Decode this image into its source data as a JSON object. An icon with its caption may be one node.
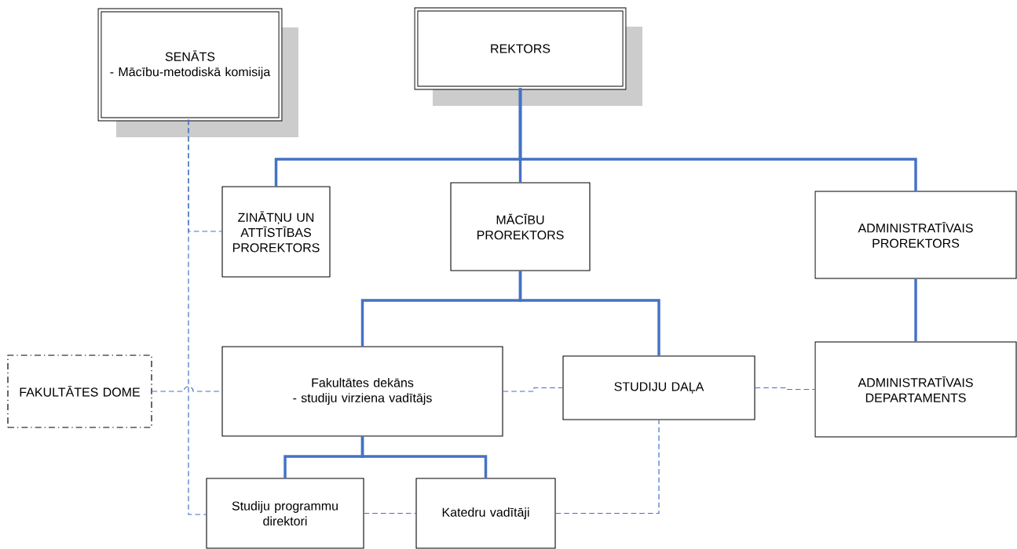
{
  "diagram": {
    "nodes": [
      {
        "text": [
          "SENĀTS",
          "- Mācību-metodiskā komisija"
        ]
      },
      {
        "text": [
          "REKTORS"
        ]
      },
      {
        "text": [
          "ZINĀTŅU UN ATTĪSTĪBAS PROREKTORS"
        ]
      },
      {
        "text": [
          "MĀCĪBU PROREKTORS"
        ]
      },
      {
        "text": [
          "ADMINISTRATĪVAIS PROREKTORS"
        ]
      },
      {
        "text": [
          "FAKULTĀTES DOME"
        ]
      },
      {
        "text": [
          "Fakultātes dekāns",
          "- studiju virziena vadītājs"
        ]
      },
      {
        "text": [
          "STUDIJU DAĻA"
        ]
      },
      {
        "text": [
          "ADMINISTRATĪVAIS DEPARTAMENTS"
        ]
      },
      {
        "text": [
          "Studiju programmu direktori"
        ]
      },
      {
        "text": [
          "Katedru vadītāji"
        ]
      }
    ],
    "edges": [
      {
        "from": 1,
        "to": 2,
        "arrow": "none"
      },
      {
        "from": 1,
        "to": 3,
        "arrow": "none"
      },
      {
        "from": 1,
        "to": 4,
        "arrow": "none"
      },
      {
        "from": 3,
        "to": 6,
        "arrow": "none"
      },
      {
        "from": 3,
        "to": 7,
        "arrow": "none"
      },
      {
        "from": 4,
        "to": 8,
        "arrow": "none"
      },
      {
        "from": 6,
        "to": 9,
        "arrow": "none"
      },
      {
        "from": 6,
        "to": 10,
        "arrow": "none"
      },
      {
        "from": 0,
        "to": 2,
        "arrow": "none",
        "style": "dashed"
      },
      {
        "from": 0,
        "to": 9,
        "arrow": "none",
        "style": "dashed"
      },
      {
        "from": 5,
        "to": 6,
        "arrow": "none",
        "style": "dashed"
      },
      {
        "from": 6,
        "to": 7,
        "arrow": "none",
        "style": "dashed"
      },
      {
        "from": 7,
        "to": 8,
        "arrow": "none",
        "style": "dashed"
      },
      {
        "from": 9,
        "to": 10,
        "arrow": "none",
        "style": "dashed"
      },
      {
        "from": 10,
        "to": 7,
        "arrow": "none",
        "style": "dashed"
      }
    ]
  }
}
